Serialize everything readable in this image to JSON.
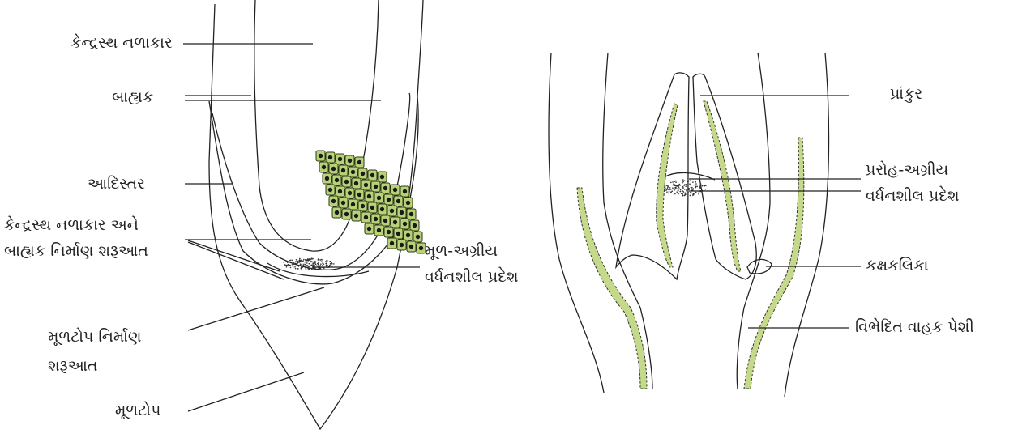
{
  "root_tip": {
    "labels": {
      "central_cylinder": "કેન્દ્રસ્થ નળાકાર",
      "cortex": "બાહ્યક",
      "protoderm": "આદિસ્તર",
      "initiation_line1": "કેન્દ્રસ્થ નળાકાર અને",
      "initiation_line2": "બાહ્યક નિર્માણ શરૂઆત",
      "meristem_line1": "મૂળ-અગ્રીય",
      "meristem_line2": "વર્ધનશીલ પ્રદેશ",
      "cap_init_line1": "મૂળટોપ નિર્માણ",
      "cap_init_line2": "શરૂઆત",
      "root_cap": "મૂળટોપ"
    }
  },
  "shoot_tip": {
    "labels": {
      "leaf_primordium": "પ્રાંકુર",
      "meristem_line1": "પ્રરોહ-અગ્રીય",
      "meristem_line2": "વર્ધનશીલ પ્રદેશ",
      "axillary_bud": "કક્ષકલિકા",
      "vascular_tissue": "વિભેદિત વાહક પેશી"
    }
  },
  "colors": {
    "line": "#222222",
    "cell_fill": "#b9d27a",
    "vascular_fill": "#c5d98a",
    "nucleus": "#1a1a1a"
  }
}
